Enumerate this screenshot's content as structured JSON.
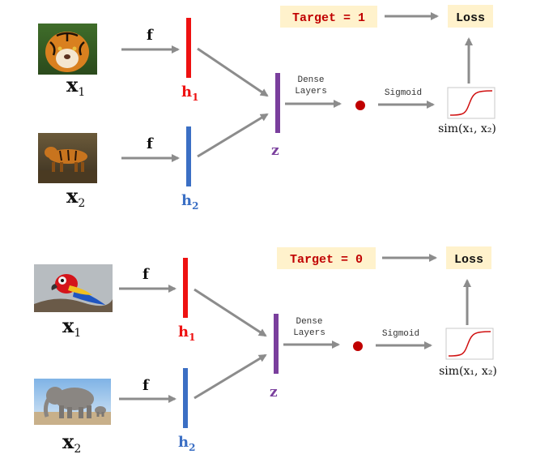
{
  "colors": {
    "arrow": "#8c8c8c",
    "h1": "#ee1111",
    "h2": "#3b6fc4",
    "z": "#7a3f9d",
    "node": "#c00000",
    "target_text": "#c00000",
    "box_fill": "#fff2cc",
    "text": "#111111"
  },
  "panels": [
    {
      "id": "positive",
      "input1": {
        "image": "tiger-photo",
        "label_base": "x",
        "label_sub": "1"
      },
      "input2": {
        "image": "tiger-walking-photo",
        "label_base": "x",
        "label_sub": "2"
      },
      "f_label_1": "f",
      "f_label_2": "f",
      "h1": {
        "base": "h",
        "sub": "1"
      },
      "h2": {
        "base": "h",
        "sub": "2"
      },
      "z": "z",
      "dense_line1": "Dense",
      "dense_line2": "Layers",
      "sigmoid": "Sigmoid",
      "sim_label": "sim(x₁, x₂)",
      "target": "Target = 1",
      "loss": "Loss"
    },
    {
      "id": "negative",
      "input1": {
        "image": "parrot-photo",
        "label_base": "x",
        "label_sub": "1"
      },
      "input2": {
        "image": "elephant-photo",
        "label_base": "x",
        "label_sub": "2"
      },
      "f_label_1": "f",
      "f_label_2": "f",
      "h1": {
        "base": "h",
        "sub": "1"
      },
      "h2": {
        "base": "h",
        "sub": "2"
      },
      "z": "z",
      "dense_line1": "Dense",
      "dense_line2": "Layers",
      "sigmoid": "Sigmoid",
      "sim_label": "sim(x₁, x₂)",
      "target": "Target = 0",
      "loss": "Loss"
    }
  ]
}
